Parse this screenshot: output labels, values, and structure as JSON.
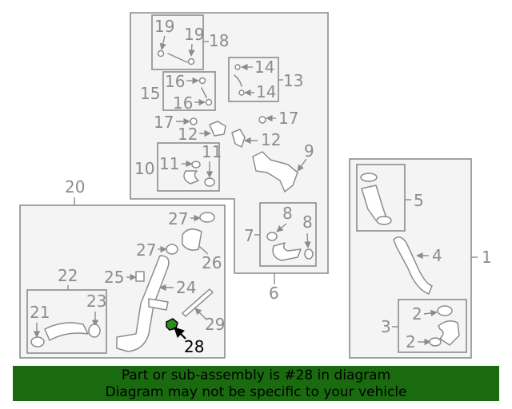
{
  "callouts": {
    "n1": "1",
    "n2a": "2",
    "n2b": "2",
    "n3": "3",
    "n4": "4",
    "n5": "5",
    "n6": "6",
    "n7": "7",
    "n8a": "8",
    "n8b": "8",
    "n9": "9",
    "n10": "10",
    "n11a": "11",
    "n11b": "11",
    "n12a": "12",
    "n12b": "12",
    "n13": "13",
    "n14a": "14",
    "n14b": "14",
    "n15": "15",
    "n16a": "16",
    "n16b": "16",
    "n17a": "17",
    "n17b": "17",
    "n18": "18",
    "n19a": "19",
    "n19b": "19",
    "n20": "20",
    "n21": "21",
    "n22": "22",
    "n23": "23",
    "n24": "24",
    "n25": "25",
    "n26": "26",
    "n27a": "27",
    "n27b": "27",
    "n28": "28",
    "n29": "29"
  },
  "banner": {
    "line1": "Part or sub-assembly is #28 in diagram",
    "line2": "Diagram may not be specific to your vehicle"
  },
  "colors": {
    "line": "#8c8c8c",
    "highlight_part": "#2e8b1e",
    "banner_bg": "#1a6b0f"
  }
}
